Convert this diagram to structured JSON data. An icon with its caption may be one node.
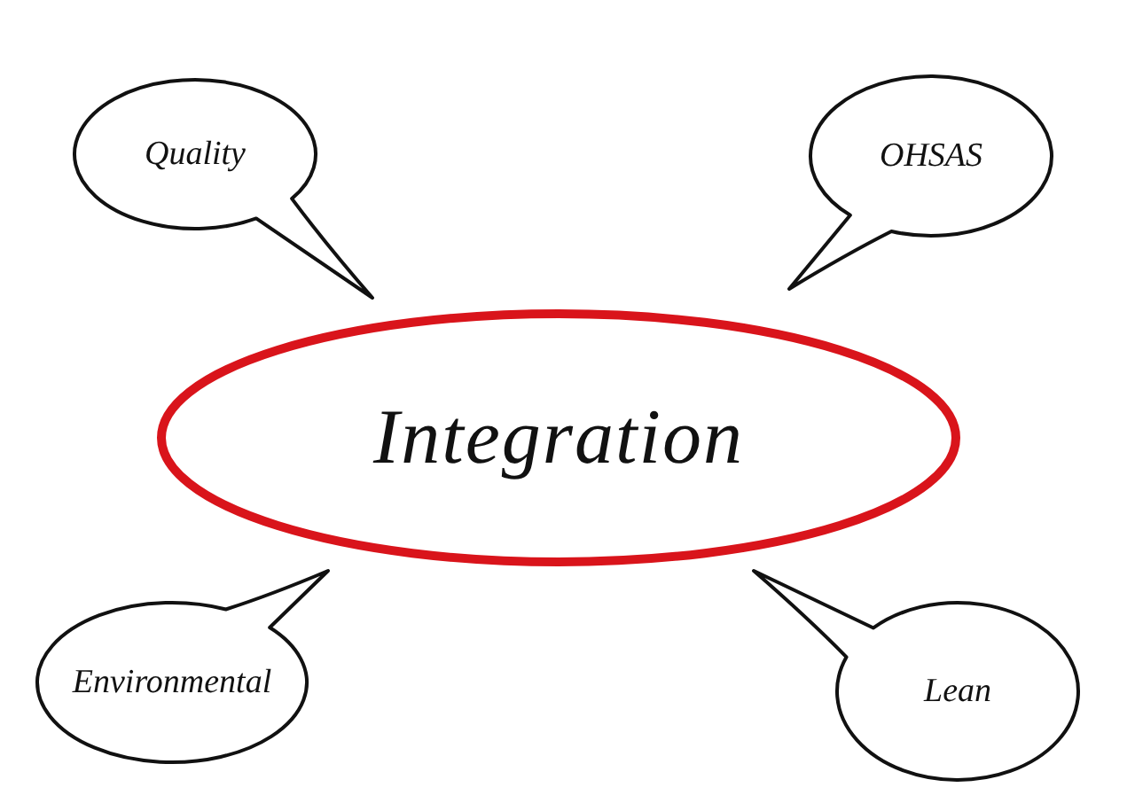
{
  "diagram": {
    "nodes": [
      {
        "text": [
          "Quality"
        ]
      },
      {
        "text": [
          "OHSAS"
        ]
      },
      {
        "text": [
          "Integration"
        ]
      },
      {
        "text": [
          "Environmental"
        ]
      },
      {
        "text": [
          "Lean"
        ]
      }
    ]
  }
}
